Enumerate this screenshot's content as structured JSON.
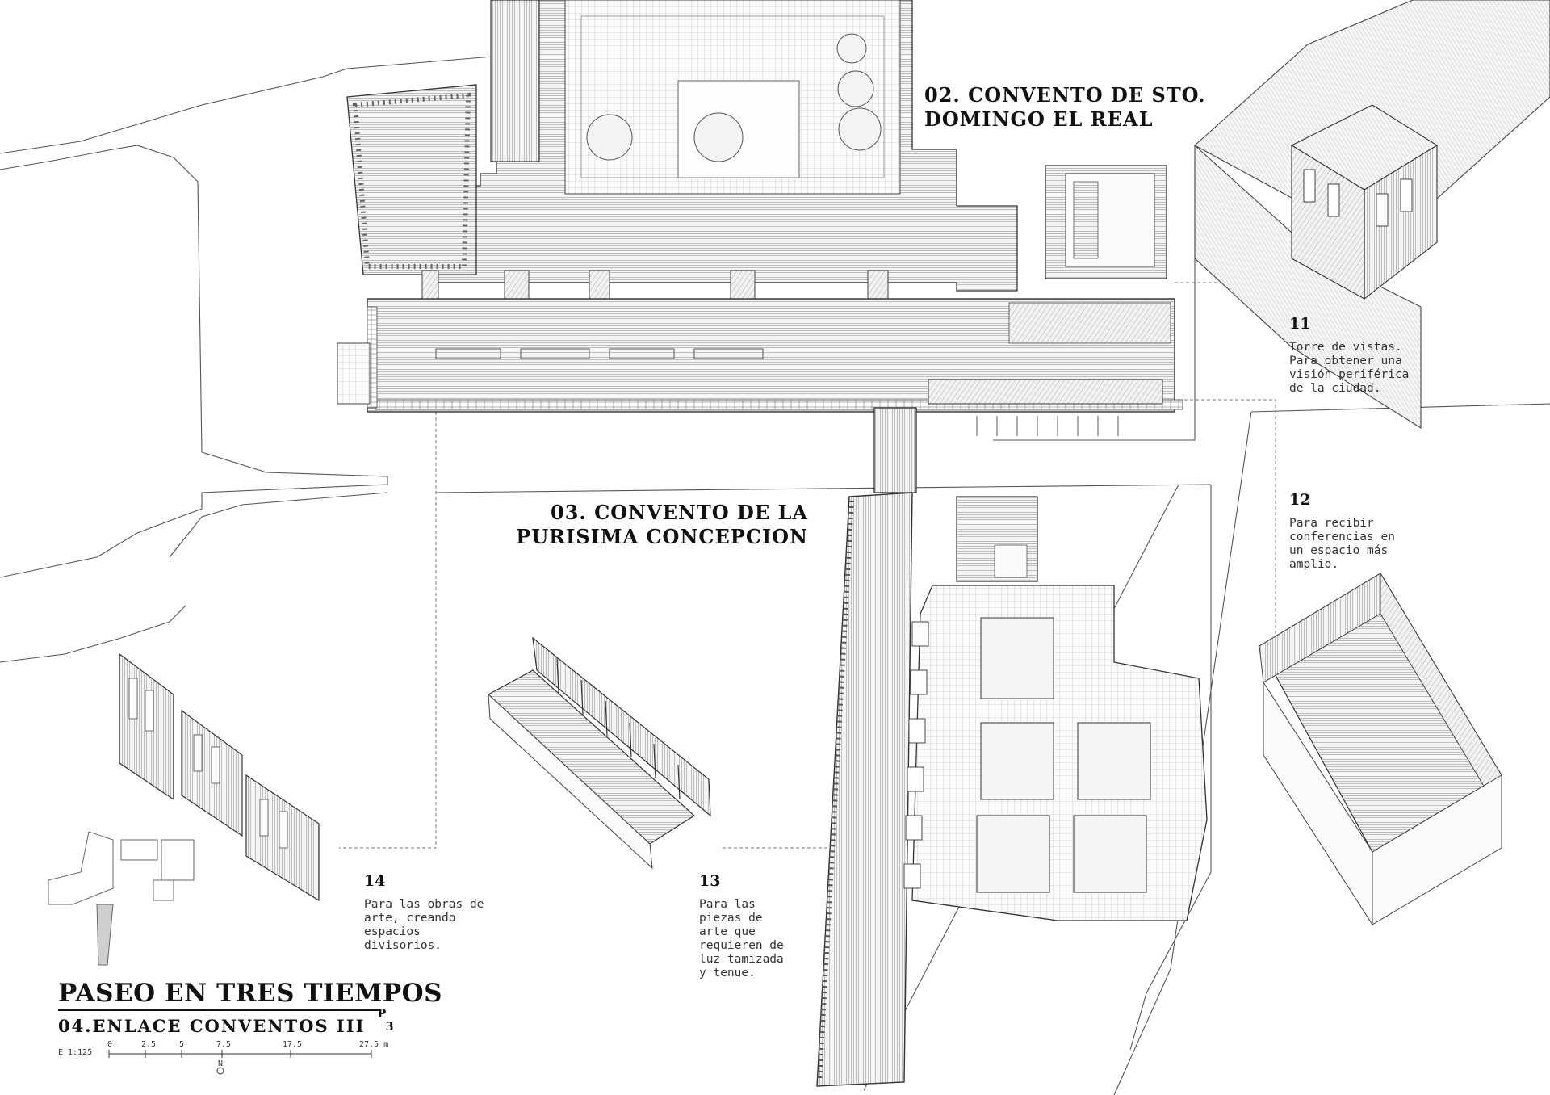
{
  "convents": {
    "santo_domingo": {
      "line1": "02. CONVENTO DE STO.",
      "line2": "DOMINGO EL REAL"
    },
    "purisima": {
      "line1": "03. CONVENTO DE LA",
      "line2": "PURISIMA CONCEPCION"
    }
  },
  "notes": [
    {
      "number": "11",
      "text": "Torre de vistas.\nPara obtener una\nvisión periférica\nde la ciudad."
    },
    {
      "number": "12",
      "text": "Para recibir\nconferencias en\nun espacio más\namplio."
    },
    {
      "number": "13",
      "text": "Para las\npiezas de\narte que\nrequieren de\nluz tamizada\ny tenue."
    },
    {
      "number": "14",
      "text": "Para las obras de\narte, creando\nespacios\ndivisorios."
    }
  ],
  "sheet": {
    "title": "PASEO EN TRES TIEMPOS",
    "subtitle": "04.ENLACE CONVENTOS III",
    "page_numerator": "P",
    "page_denominator": "3",
    "scale_label": "E 1:125",
    "scale_ticks": [
      "0",
      "2.5",
      "5",
      "7.5",
      "17.5",
      "27.5 m"
    ],
    "north_label": "N"
  },
  "colors": {
    "ink": "#111111",
    "line": "#555555",
    "hatch": "#8a8a8a",
    "paper": "#ffffff"
  }
}
